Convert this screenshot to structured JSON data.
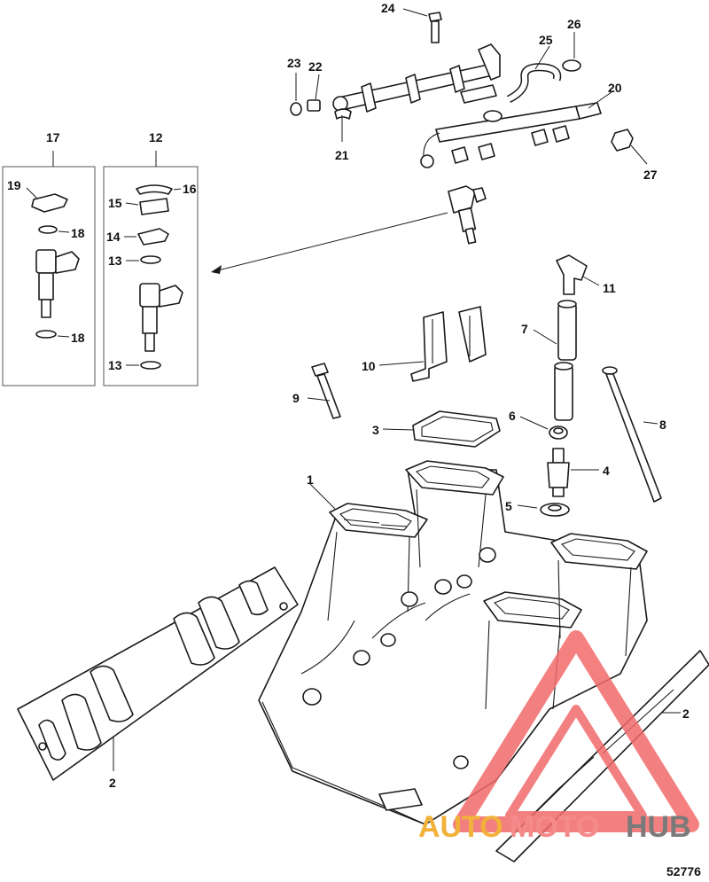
{
  "labels": {
    "l1": "1",
    "l2a": "2",
    "l2b": "2",
    "l3": "3",
    "l4": "4",
    "l5": "5",
    "l6": "6",
    "l7": "7",
    "l8": "8",
    "l9": "9",
    "l10": "10",
    "l11": "11",
    "l12": "12",
    "l13a": "13",
    "l13b": "13",
    "l14": "14",
    "l15": "15",
    "l16": "16",
    "l17": "17",
    "l18a": "18",
    "l18b": "18",
    "l19": "19",
    "l20": "20",
    "l21": "21",
    "l22": "22",
    "l23": "23",
    "l24": "24",
    "l25": "25",
    "l26": "26",
    "l27": "27"
  },
  "watermark": {
    "part1": "AUTO",
    "part2": "MOTO",
    "part3": "HUB"
  },
  "doc_number": "52776",
  "colors": {
    "watermark_triangle": "#f26a6a",
    "watermark_auto": "#f2b13a",
    "watermark_hub": "#7a7a7a"
  }
}
